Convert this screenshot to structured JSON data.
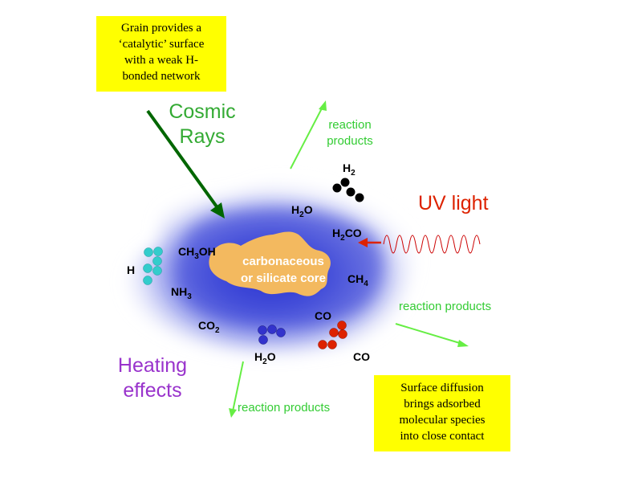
{
  "notes": {
    "top_left": [
      "Grain provides a",
      "‘catalytic’ surface",
      "with a weak H-",
      "bonded network"
    ],
    "bottom_right": [
      "Surface diffusion",
      "brings adsorbed",
      "molecular species",
      "into close contact"
    ]
  },
  "labels": {
    "cosmic_rays": [
      "Cosmic",
      "Rays"
    ],
    "uv_light": "UV light",
    "heating": [
      "Heating",
      "effects"
    ],
    "reaction_products_top": [
      "reaction",
      "products"
    ],
    "reaction_products_right": "reaction products",
    "reaction_products_bottom": "reaction products"
  },
  "core": [
    "carbonaceous",
    "or silicate core"
  ],
  "molecules": {
    "h2_base": "H",
    "h2_sub": "2",
    "h2o_top_base": "H",
    "h2o_top_sub": "2",
    "h2o_top_end": "O",
    "h2co_base": "H",
    "h2co_sub": "2",
    "h2co_end": "CO",
    "ch3oh_base": "CH",
    "ch3oh_sub": "3",
    "ch3oh_end": "OH",
    "h": "H",
    "nh3_base": "NH",
    "nh3_sub": "3",
    "ch4_base": "CH",
    "ch4_sub": "4",
    "co_mid": "CO",
    "co2_base": "CO",
    "co2_sub": "2",
    "h2o_bottom_base": "H",
    "h2o_bottom_sub": "2",
    "h2o_bottom_end": "O",
    "co_bottom": "CO"
  },
  "colors": {
    "note_bg": "#ffff00",
    "cosmic_green": "#33aa33",
    "arrow_dark_green": "#006600",
    "reaction_green": "#33cc33",
    "uv_red": "#dd2200",
    "heating_purple": "#9933cc",
    "cloud_blue": "#3344cc",
    "core_orange": "#f3b95f",
    "molecule_cyan": "#33cccc",
    "molecule_blue": "#3333cc",
    "molecule_red": "#dd2200"
  }
}
